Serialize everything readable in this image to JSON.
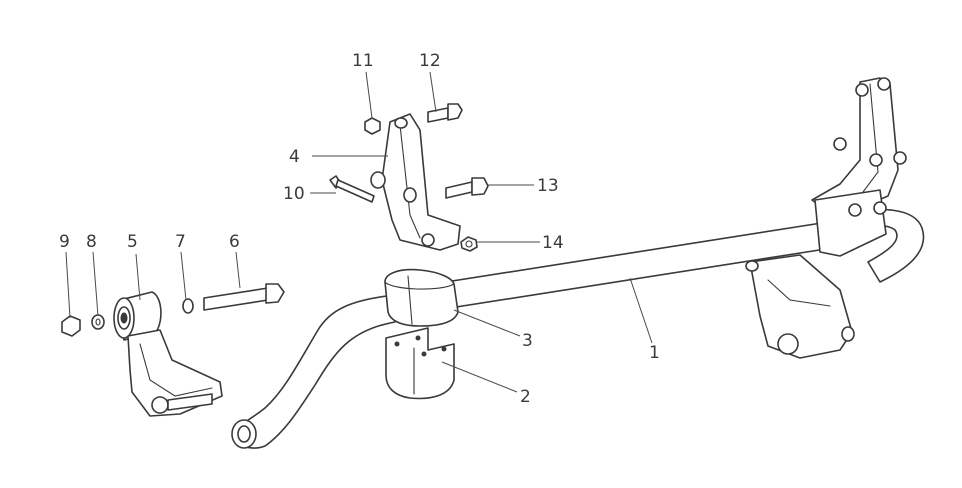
{
  "callouts": [
    {
      "id": "1",
      "label": "1"
    },
    {
      "id": "2",
      "label": "2"
    },
    {
      "id": "3",
      "label": "3"
    },
    {
      "id": "4",
      "label": "4"
    },
    {
      "id": "5",
      "label": "5"
    },
    {
      "id": "6",
      "label": "6"
    },
    {
      "id": "7",
      "label": "7"
    },
    {
      "id": "8",
      "label": "8"
    },
    {
      "id": "9",
      "label": "9"
    },
    {
      "id": "10",
      "label": "10"
    },
    {
      "id": "11",
      "label": "11"
    },
    {
      "id": "12",
      "label": "12"
    },
    {
      "id": "13",
      "label": "13"
    },
    {
      "id": "14",
      "label": "14"
    }
  ],
  "colors": {
    "line": "#3a3a3a",
    "background": "#ffffff"
  }
}
